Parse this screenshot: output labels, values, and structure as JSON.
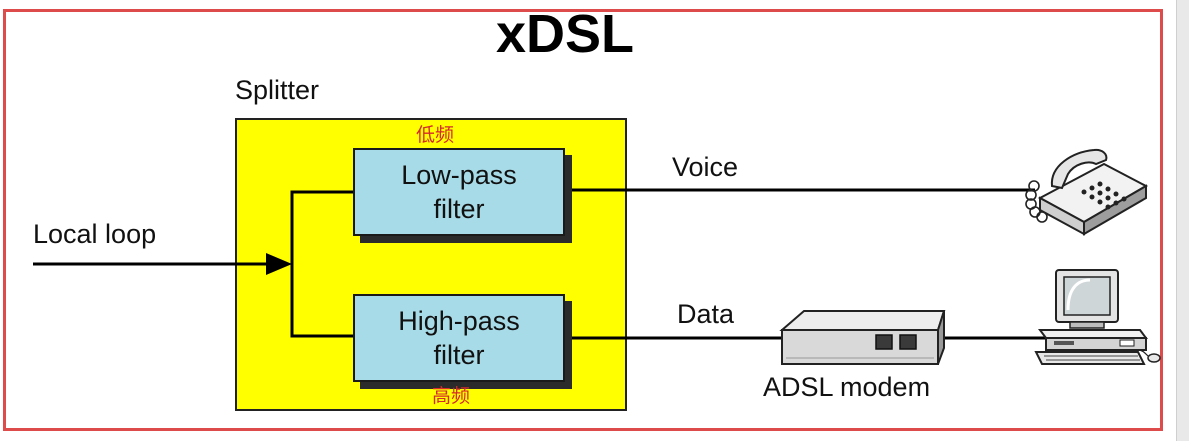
{
  "title": "xDSL",
  "splitter": {
    "label": "Splitter",
    "low_filter": {
      "line1": "Low-pass",
      "line2": "filter",
      "annotation": "低频"
    },
    "high_filter": {
      "line1": "High-pass",
      "line2": "filter",
      "annotation": "高频"
    }
  },
  "labels": {
    "local_loop": "Local loop",
    "voice": "Voice",
    "data": "Data",
    "modem": "ADSL modem"
  },
  "colors": {
    "frame_border": "#dd4b4b",
    "splitter_fill": "#ffff00",
    "filter_fill": "#a8dbe8",
    "annotation": "#d42a2a"
  },
  "icons": [
    "telephone-icon",
    "computer-icon",
    "adsl-modem-icon"
  ]
}
